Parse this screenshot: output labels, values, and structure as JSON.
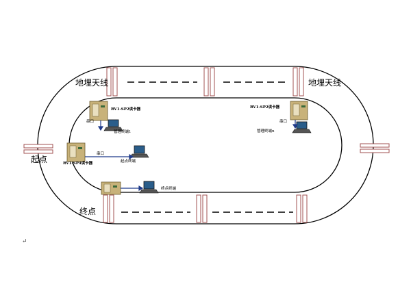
{
  "labels": {
    "antenna_left": "地埋天线",
    "antenna_right": "地埋天线",
    "start": "起点",
    "finish": "终点"
  },
  "devices": {
    "reader_top_left": "RV1-SP2读卡器",
    "reader_top_right": "RV1-SP2读卡器",
    "reader_start": "RV1-SP4读卡器",
    "port_top_left": "串口",
    "port_top_right": "串口",
    "port_start": "串口",
    "terminal_mgmt_1": "管理终端1",
    "terminal_mgmt_n": "管理终端n",
    "terminal_start": "起点终端",
    "terminal_finish": "终点终端"
  },
  "footer": {
    "return_mark": "↵"
  },
  "colors": {
    "track_line": "#000000",
    "antenna_border": "#a05050",
    "arrow": "#1f3a8a",
    "cabinet": "#c8b27a",
    "screen": "#2a5d8a"
  }
}
